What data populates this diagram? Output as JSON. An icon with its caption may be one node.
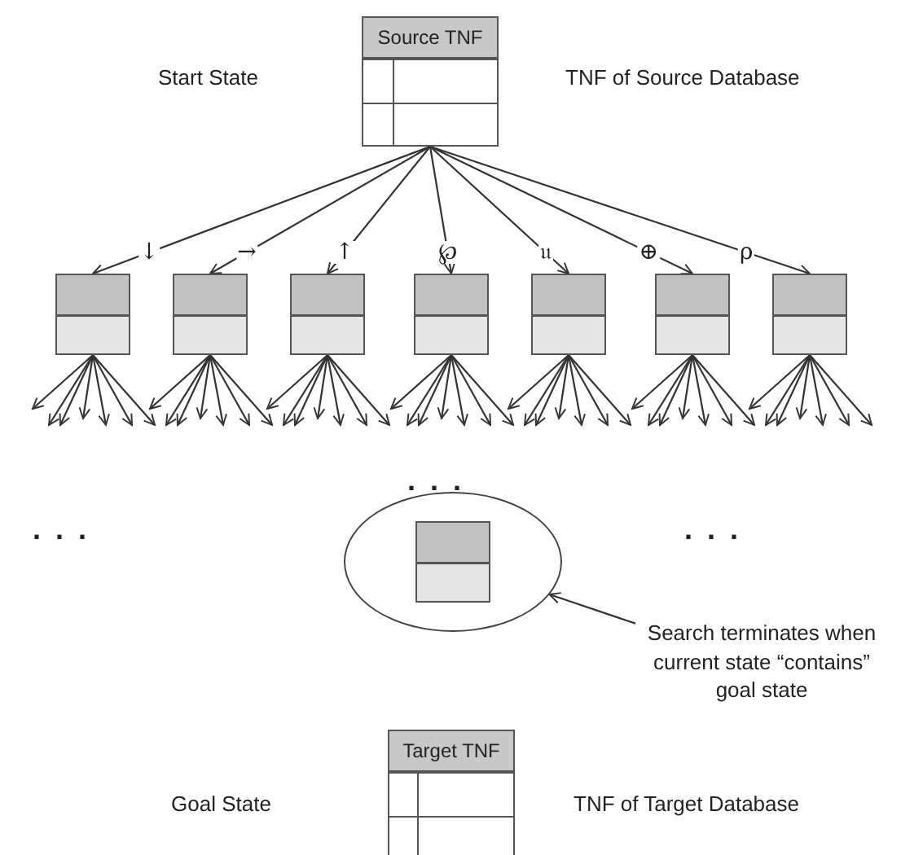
{
  "diagram": {
    "nodes": [
      {
        "text": [
          "Source TNF"
        ],
        "beside": [
          "TNF of Source Database"
        ]
      },
      {
        "text": [],
        "shape": "box"
      },
      {
        "text": [],
        "shape": "box"
      },
      {
        "text": [],
        "shape": "box"
      },
      {
        "text": [],
        "shape": "box"
      },
      {
        "text": [],
        "shape": "box"
      },
      {
        "text": [],
        "shape": "box"
      },
      {
        "text": [],
        "shape": "box"
      },
      {
        "text": [],
        "shape": "circle"
      },
      {
        "text": [],
        "shape": "box",
        "in": 8
      },
      {
        "text": [
          "Search terminates when current state “contains” goal state"
        ]
      },
      {
        "text": [
          "Target TNF"
        ],
        "beside": [
          "TNF of Target Database"
        ]
      }
    ],
    "edges": [
      {
        "from": 0,
        "to": 1,
        "arrow": "to",
        "label": "↓"
      },
      {
        "from": 0,
        "to": 2,
        "arrow": "to",
        "label": "→"
      },
      {
        "from": 0,
        "to": 3,
        "arrow": "to",
        "label": "↑"
      },
      {
        "from": 0,
        "to": 4,
        "arrow": "to",
        "label": "℘"
      },
      {
        "from": 0,
        "to": 5,
        "arrow": "to",
        "label": "𝔲"
      },
      {
        "from": 0,
        "to": 6,
        "arrow": "to",
        "label": "⊕"
      },
      {
        "from": 0,
        "to": 7,
        "arrow": "to",
        "label": "ρ"
      },
      {
        "from": 1,
        "to": null,
        "arrow": "to"
      },
      {
        "from": 1,
        "to": null,
        "arrow": "to"
      },
      {
        "from": 1,
        "to": null,
        "arrow": "to"
      },
      {
        "from": 1,
        "to": null,
        "arrow": "to"
      },
      {
        "from": 1,
        "to": null,
        "arrow": "to"
      },
      {
        "from": 1,
        "to": null,
        "arrow": "to"
      },
      {
        "from": 1,
        "to": null,
        "arrow": "to"
      },
      {
        "from": 2,
        "to": null,
        "arrow": "to"
      },
      {
        "from": 2,
        "to": null,
        "arrow": "to"
      },
      {
        "from": 2,
        "to": null,
        "arrow": "to"
      },
      {
        "from": 2,
        "to": null,
        "arrow": "to"
      },
      {
        "from": 2,
        "to": null,
        "arrow": "to"
      },
      {
        "from": 2,
        "to": null,
        "arrow": "to"
      },
      {
        "from": 2,
        "to": null,
        "arrow": "to"
      },
      {
        "from": 3,
        "to": null,
        "arrow": "to"
      },
      {
        "from": 3,
        "to": null,
        "arrow": "to"
      },
      {
        "from": 3,
        "to": null,
        "arrow": "to"
      },
      {
        "from": 3,
        "to": null,
        "arrow": "to"
      },
      {
        "from": 3,
        "to": null,
        "arrow": "to"
      },
      {
        "from": 3,
        "to": null,
        "arrow": "to"
      },
      {
        "from": 3,
        "to": null,
        "arrow": "to"
      },
      {
        "from": 4,
        "to": null,
        "arrow": "to"
      },
      {
        "from": 4,
        "to": null,
        "arrow": "to"
      },
      {
        "from": 4,
        "to": null,
        "arrow": "to"
      },
      {
        "from": 4,
        "to": null,
        "arrow": "to"
      },
      {
        "from": 4,
        "to": null,
        "arrow": "to"
      },
      {
        "from": 4,
        "to": null,
        "arrow": "to"
      },
      {
        "from": 4,
        "to": null,
        "arrow": "to"
      },
      {
        "from": 5,
        "to": null,
        "arrow": "to"
      },
      {
        "from": 5,
        "to": null,
        "arrow": "to"
      },
      {
        "from": 5,
        "to": null,
        "arrow": "to"
      },
      {
        "from": 5,
        "to": null,
        "arrow": "to"
      },
      {
        "from": 5,
        "to": null,
        "arrow": "to"
      },
      {
        "from": 5,
        "to": null,
        "arrow": "to"
      },
      {
        "from": 5,
        "to": null,
        "arrow": "to"
      },
      {
        "from": 6,
        "to": null,
        "arrow": "to"
      },
      {
        "from": 6,
        "to": null,
        "arrow": "to"
      },
      {
        "from": 6,
        "to": null,
        "arrow": "to"
      },
      {
        "from": 6,
        "to": null,
        "arrow": "to"
      },
      {
        "from": 6,
        "to": null,
        "arrow": "to"
      },
      {
        "from": 6,
        "to": null,
        "arrow": "to"
      },
      {
        "from": 6,
        "to": null,
        "arrow": "to"
      },
      {
        "from": 7,
        "to": null,
        "arrow": "to"
      },
      {
        "from": 7,
        "to": null,
        "arrow": "to"
      },
      {
        "from": 7,
        "to": null,
        "arrow": "to"
      },
      {
        "from": 7,
        "to": null,
        "arrow": "to"
      },
      {
        "from": 7,
        "to": null,
        "arrow": "to"
      },
      {
        "from": 7,
        "to": null,
        "arrow": "to"
      },
      {
        "from": 7,
        "to": null,
        "arrow": "to"
      },
      {
        "from": 10,
        "to": 8,
        "arrow": "to"
      }
    ],
    "labels": [
      "Start State",
      ". . .",
      ". . .",
      ". . .",
      "Goal State"
    ]
  }
}
